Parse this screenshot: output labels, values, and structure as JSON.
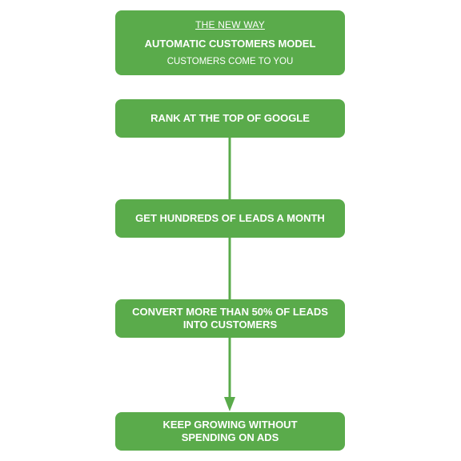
{
  "colors": {
    "box_fill": "#5aab4b",
    "connector": "#5aab4b",
    "text": "#ffffff"
  },
  "header": {
    "eyebrow": "THE NEW WAY",
    "headline": "AUTOMATIC CUSTOMERS MODEL",
    "subline": "CUSTOMERS COME TO YOU"
  },
  "steps": [
    {
      "label": "RANK AT THE TOP OF GOOGLE"
    },
    {
      "label": "GET HUNDREDS OF LEADS A MONTH"
    },
    {
      "label": "CONVERT MORE THAN 50% OF LEADS INTO CUSTOMERS"
    },
    {
      "label": "KEEP GROWING WITHOUT SPENDING ON ADS"
    }
  ]
}
